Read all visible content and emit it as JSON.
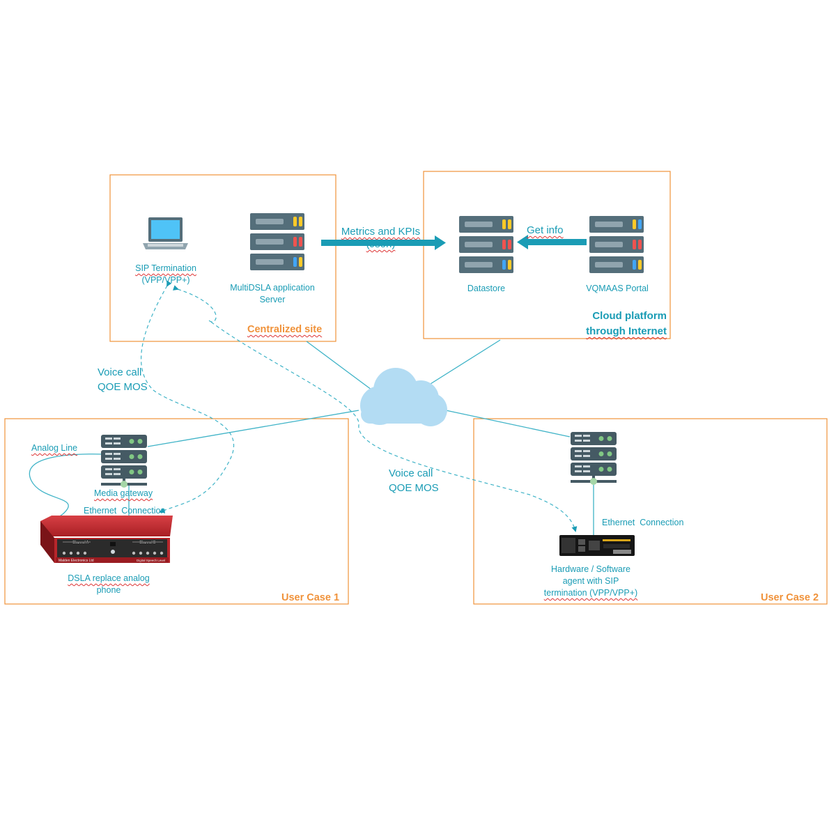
{
  "sites": {
    "centralized": {
      "title": "Centralized site"
    },
    "cloud": {
      "title_line1": "Cloud platform",
      "title_line2": "through Internet"
    },
    "user1": {
      "title": "User Case 1"
    },
    "user2": {
      "title": "User Case 2"
    }
  },
  "nodes": {
    "sip_termination": {
      "line1": "SIP Termination",
      "line2": "(VPP/VPP+)"
    },
    "multidsla_server": {
      "line1": "MultiDSLA application",
      "line2": "Server"
    },
    "datastore": {
      "label": "Datastore"
    },
    "vqmaas_portal": {
      "label": "VQMAAS Portal"
    },
    "media_gateway": {
      "label": "Media gateway"
    },
    "dsla": {
      "line1": "DSLA replace analog",
      "line2": "phone",
      "channel_a": "Channel A",
      "channel_b": "Channel B",
      "brand": "Malden Electronics Ltd",
      "product": "Digital Speech Level"
    },
    "hw_agent": {
      "line1": "Hardware / Software",
      "line2": "agent with SIP",
      "line3": "termination (VPP/VPP+)"
    }
  },
  "edges": {
    "metrics": {
      "line1": "Metrics and KPIs",
      "line2": "(Json)"
    },
    "get_info": {
      "label": "Get info"
    },
    "voice_call_1": {
      "line1": "Voice call",
      "line2": "QOE MOS"
    },
    "voice_call_2": {
      "line1": "Voice call",
      "line2": "QOE MOS"
    },
    "analog_line": {
      "label": "Analog Line"
    },
    "ethernet_1": {
      "label": "Ethernet  Connection"
    },
    "ethernet_2": {
      "label": "Ethernet  Connection"
    }
  },
  "colors": {
    "box_border": "#f0923a",
    "accent": "#1a9cb5",
    "server_body": "#546e7a",
    "cloud": "#b3dcf3",
    "dsla_red": "#b8262b"
  }
}
